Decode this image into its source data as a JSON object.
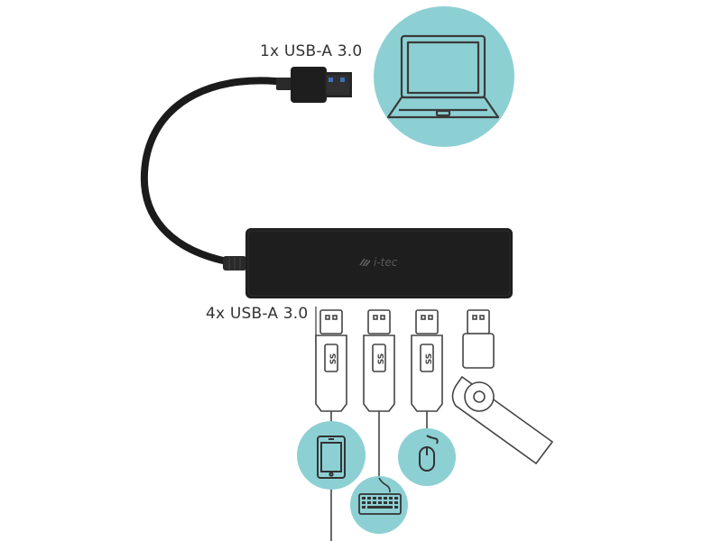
{
  "labels": {
    "upstream_port": "1x USB-A 3.0",
    "downstream_ports": "4x USB-A 3.0",
    "brand": "i-tec",
    "usb_port_marking": "SS"
  },
  "colors": {
    "accent_circle": "#8dd0d4",
    "hub_body": "#1e1e1e",
    "line_art": "#444444"
  },
  "icons": [
    "laptop-icon",
    "smartphone-icon",
    "keyboard-icon",
    "mouse-icon",
    "usb-flash-drive-icon"
  ]
}
